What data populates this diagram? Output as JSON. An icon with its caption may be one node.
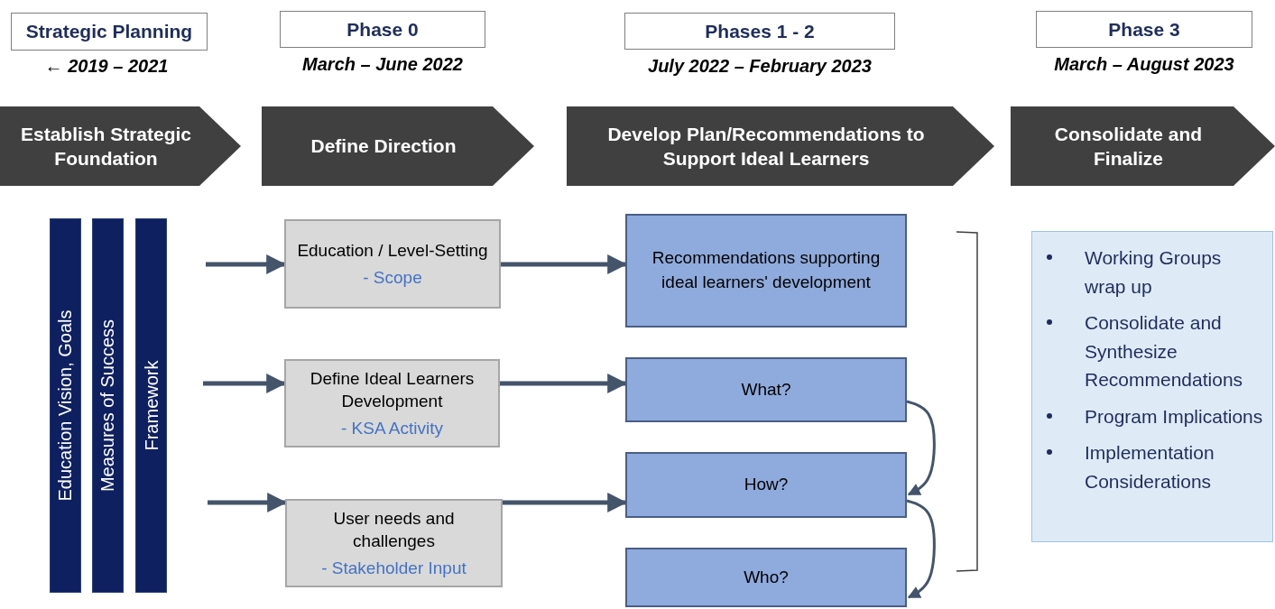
{
  "diagram": {
    "nodes": [
      {
        "text": [
          "Strategic Planning"
        ],
        "beside": [
          "← 2019 – 2021"
        ]
      },
      {
        "text": [
          "Phase 0"
        ],
        "beside": [
          "March – June 2022"
        ]
      },
      {
        "text": [
          "Phases 1 - 2"
        ],
        "beside": [
          "July 2022 – February 2023"
        ]
      },
      {
        "text": [
          "Phase 3"
        ],
        "beside": [
          "March – August 2023"
        ]
      },
      {
        "text": [
          "Establish Strategic Foundation"
        ]
      },
      {
        "text": [
          "Define Direction"
        ]
      },
      {
        "text": [
          "Develop Plan/Recommendations to Support Ideal Learners"
        ]
      },
      {
        "text": [
          "Consolidate and Finalize"
        ]
      },
      {
        "text": [
          "Education Vision, Goals"
        ]
      },
      {
        "text": [
          "Measures of Success"
        ]
      },
      {
        "text": [
          "Framework"
        ]
      },
      {
        "text": [
          "Education / Level-Setting",
          "- Scope"
        ]
      },
      {
        "text": [
          "Define Ideal Learners Development",
          "- KSA Activity"
        ]
      },
      {
        "text": [
          "User needs and challenges",
          "- Stakeholder Input"
        ]
      },
      {
        "text": [
          "Recommendations supporting ideal learners' development"
        ]
      },
      {
        "text": [
          "What?"
        ]
      },
      {
        "text": [
          "How?"
        ]
      },
      {
        "text": [
          "Who?"
        ]
      },
      {
        "text": [
          "Working Groups wrap up",
          "Consolidate and Synthesize Recommendations",
          "Program Implications",
          "Implementation Considerations"
        ]
      }
    ],
    "edges": [
      {
        "from": null,
        "to": 11,
        "arrow": "to"
      },
      {
        "from": null,
        "to": 12,
        "arrow": "to"
      },
      {
        "from": null,
        "to": 13,
        "arrow": "to"
      },
      {
        "from": 11,
        "to": 14,
        "arrow": "to"
      },
      {
        "from": 12,
        "to": 15,
        "arrow": "to"
      },
      {
        "from": 13,
        "to": 16,
        "arrow": "to"
      },
      {
        "from": 15,
        "to": 16,
        "arrow": "to"
      },
      {
        "from": 16,
        "to": 17,
        "arrow": "to"
      }
    ]
  }
}
